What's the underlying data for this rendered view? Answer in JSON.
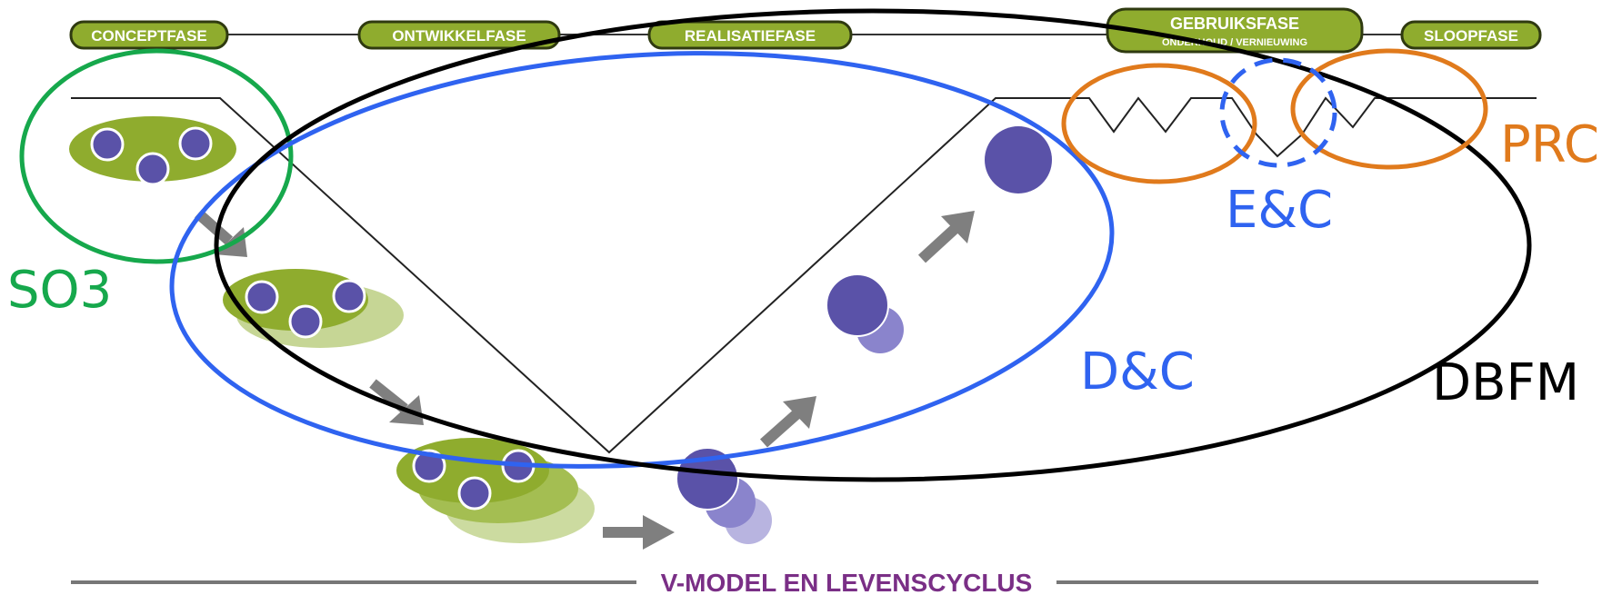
{
  "phases": [
    {
      "label": "CONCEPTFASE"
    },
    {
      "label": "ONTWIKKELFASE"
    },
    {
      "label": "REALISATIEFASE"
    },
    {
      "label": "GEBRUIKSFASE",
      "sublabel": "ONDERHOUD / VERNIEUWING"
    },
    {
      "label": "SLOOPFASE"
    }
  ],
  "footer": {
    "title": "V-MODEL EN LEVENSCYCLUS"
  },
  "contract_labels": {
    "so3": "SO3",
    "dc": "D&C",
    "dbfm": "DBFM",
    "ec": "E&C",
    "prc": "PRC"
  },
  "colors": {
    "phase_fill": "#8fac2e",
    "phase_border": "#2f3a10",
    "blob_green": "#8fac2e",
    "dot_purple": "#5a52a8",
    "arrow_gray": "#7f7f7f",
    "footer_purple": "#7a2f86",
    "so3_green": "#16a84c",
    "dc_blue": "#2f63f0",
    "dbfm_black": "#000000",
    "prc_orange": "#e07a1c"
  }
}
